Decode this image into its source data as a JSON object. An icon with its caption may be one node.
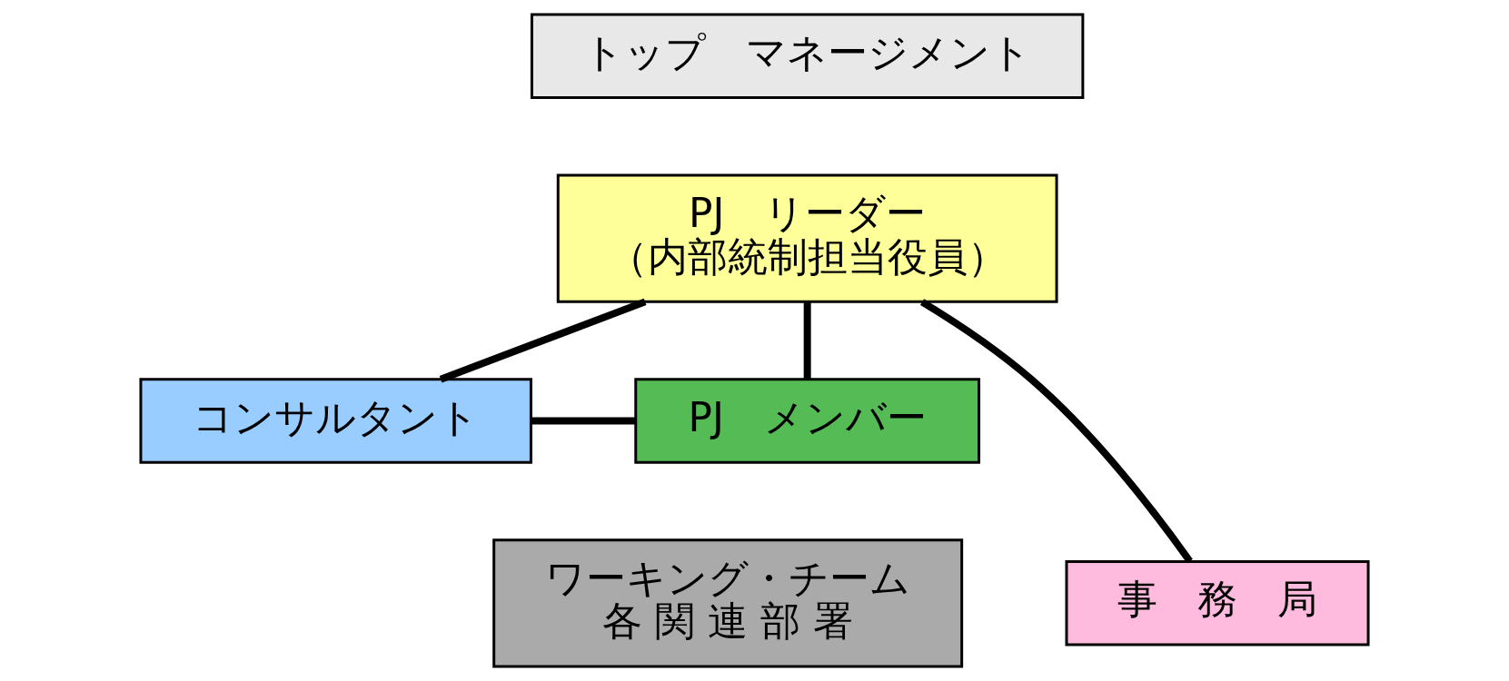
{
  "diagram": {
    "nodes": [
      {
        "text": [
          "トップ　マネージメント"
        ]
      },
      {
        "text": [
          "PJ　リーダー",
          "（内部統制担当役員）"
        ]
      },
      {
        "text": [
          "コンサルタント"
        ]
      },
      {
        "text": [
          "PJ　メンバー"
        ]
      },
      {
        "text": [
          "ワーキング・チーム",
          "各 関 連 部 署"
        ]
      },
      {
        "text": [
          "事　務　局"
        ]
      }
    ],
    "edges": [
      {
        "from": 1,
        "to": 2,
        "arrow": "none"
      },
      {
        "from": 1,
        "to": 3,
        "arrow": "none"
      },
      {
        "from": 1,
        "to": 5,
        "arrow": "none"
      },
      {
        "from": 2,
        "to": 3,
        "arrow": "none"
      }
    ]
  }
}
